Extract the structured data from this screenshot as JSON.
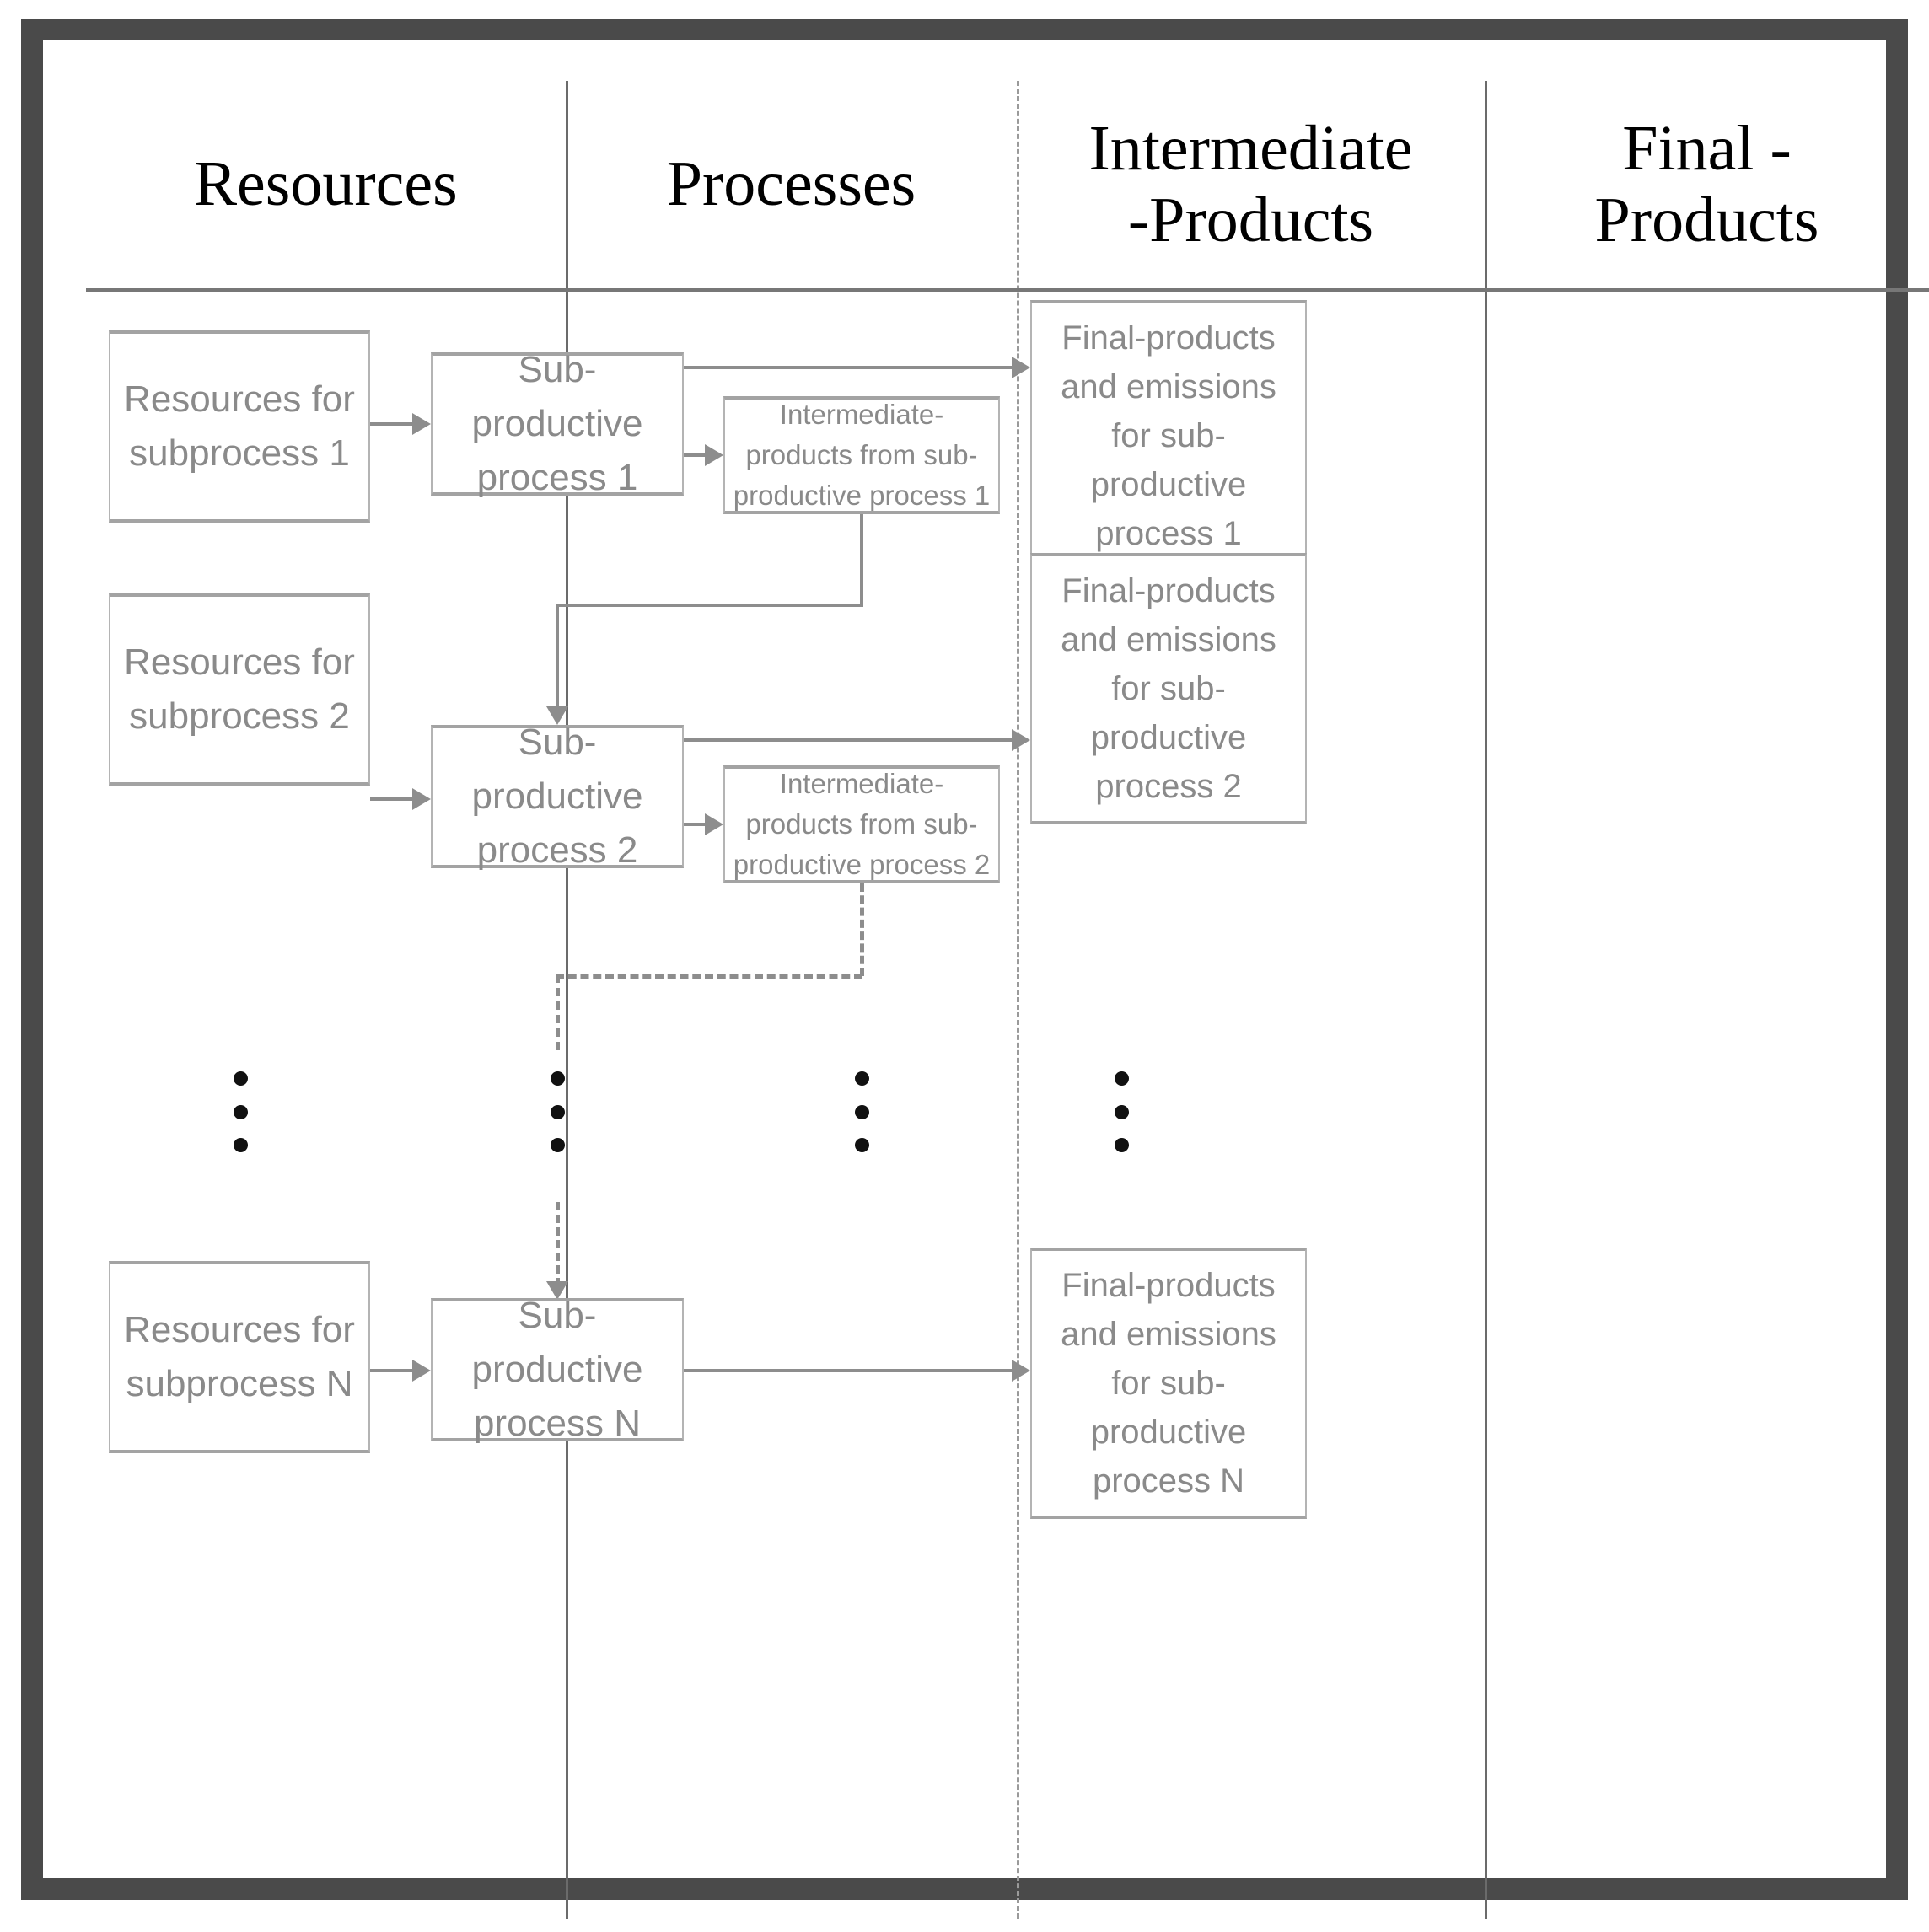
{
  "diagram": {
    "title": "Production system flow: resources, processes, intermediate-products and final-products",
    "frame_color": "#4a4a4a",
    "box_border_color": "#a3a3a3",
    "box_text_color": "#8a8a8a",
    "header_text_color": "#000000"
  },
  "columns": [
    {
      "id": "resources",
      "label": "Resources"
    },
    {
      "id": "processes",
      "label": "Processes"
    },
    {
      "id": "intermediate",
      "label": "Intermediate\n-Products",
      "line1": "Intermediate",
      "line2": "-Products"
    },
    {
      "id": "final",
      "label": "Final -\nProducts",
      "line1": "Final -",
      "line2": "Products"
    }
  ],
  "rows": [
    {
      "id": "row-1",
      "resource": "Resources for subprocess 1",
      "process": "Sub-productive process 1",
      "intermediate": "Intermediate-products from sub-productive process 1",
      "final": "Final-products and emissions for sub-productive process 1"
    },
    {
      "id": "row-2",
      "resource": "Resources for subprocess 2",
      "process": "Sub-productive process 2",
      "intermediate": "Intermediate-products from sub-productive process 2",
      "final": "Final-products and emissions for sub-productive process 2"
    },
    {
      "id": "row-n",
      "resource": "Resources for subprocess N",
      "process": "Sub-productive process N",
      "intermediate": null,
      "final": "Final-products and emissions for sub-productive process N"
    }
  ],
  "ellipsis": {
    "glyph": "vertical-ellipsis",
    "dot_count": 3,
    "columns": 4
  },
  "connectors": [
    {
      "id": "res1-to-proc1",
      "style": "solid",
      "arrow": "right"
    },
    {
      "id": "proc1-to-inter1",
      "style": "solid",
      "arrow": "right"
    },
    {
      "id": "proc1-to-final1",
      "style": "solid",
      "arrow": "right"
    },
    {
      "id": "inter1-feedback-proc2",
      "style": "solid",
      "arrow": "down"
    },
    {
      "id": "res2-to-proc2",
      "style": "solid",
      "arrow": "right"
    },
    {
      "id": "proc2-to-inter2",
      "style": "solid",
      "arrow": "right"
    },
    {
      "id": "proc2-to-final2",
      "style": "solid",
      "arrow": "right"
    },
    {
      "id": "inter2-feedback-procN",
      "style": "dashed",
      "arrow": "down"
    },
    {
      "id": "resN-to-procN",
      "style": "solid",
      "arrow": "right"
    },
    {
      "id": "procN-to-finalN",
      "style": "solid",
      "arrow": "right"
    }
  ]
}
